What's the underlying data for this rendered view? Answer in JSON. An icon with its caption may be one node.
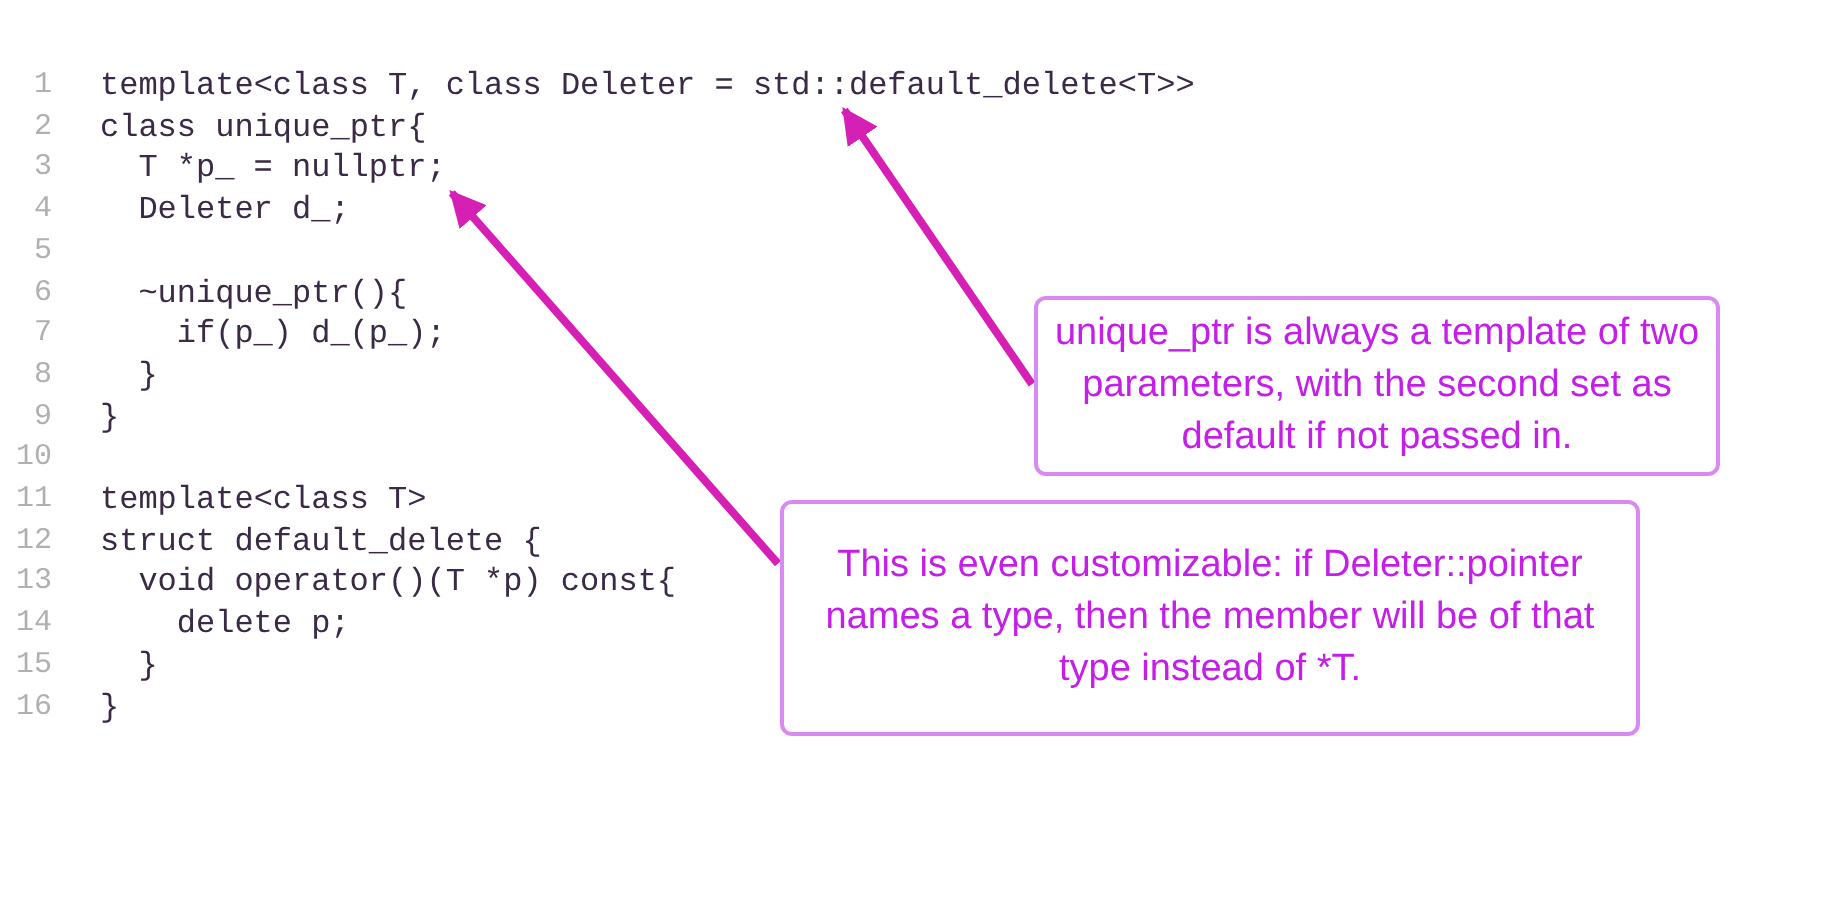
{
  "diagram": {
    "nodes": [
      {
        "text": [
          "unique_ptr is always a template of two parameters, with the second set as default if not passed in."
        ]
      },
      {
        "text": [
          "This is even customizable: if Deleter::pointer names a type, then the member will be of that type instead of *T."
        ]
      },
      {
        "text": [
          "template<class T, class Deleter = std::default_delete<T>>"
        ]
      },
      {
        "text": [
          "T *p_ = nullptr;"
        ]
      }
    ],
    "edges": [
      {
        "from": 0,
        "to": 2,
        "arrow": "to"
      },
      {
        "from": 1,
        "to": 3,
        "arrow": "to"
      }
    ],
    "labels": [
      "1",
      "2",
      "class unique_ptr{",
      "3",
      "4",
      "Deleter d_;",
      "5",
      "6",
      "~unique_ptr(){",
      "7",
      "if(p_) d_(p_);",
      "8",
      "}",
      "9",
      "}",
      "10",
      "11",
      "template<class T>",
      "12",
      "struct default_delete {",
      "13",
      "void operator()(T *p) const{",
      "14",
      "delete p;",
      "15",
      "}",
      "16",
      "}"
    ]
  }
}
